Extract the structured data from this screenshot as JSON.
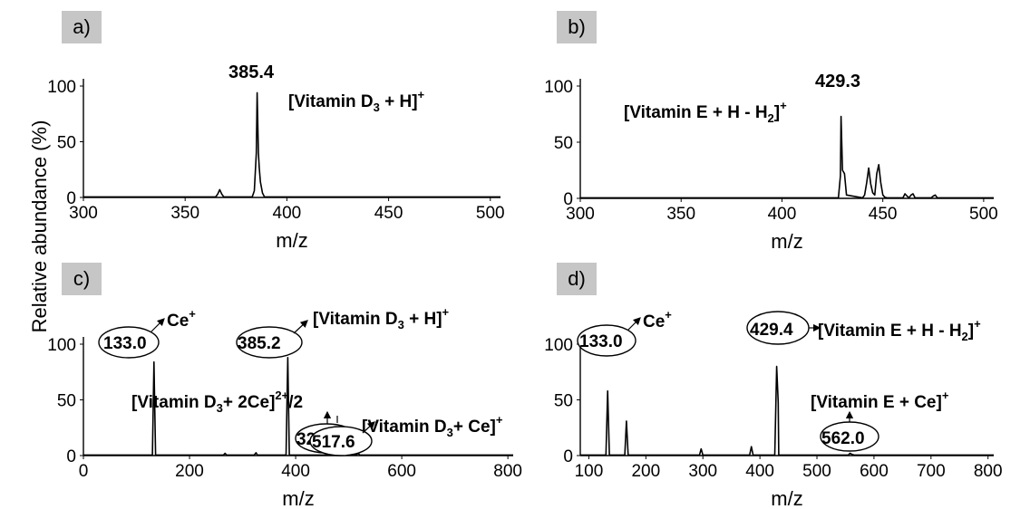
{
  "ylabel": "Relative abundance (%)",
  "chart_data": [
    {
      "panel": "a)",
      "type": "line",
      "xlabel": "m/z",
      "xlim": [
        300,
        505
      ],
      "ylim": [
        0,
        100
      ],
      "xticks": [
        300,
        350,
        400,
        450,
        500
      ],
      "yticks": [
        0,
        50,
        100
      ],
      "x": [
        300,
        365,
        366,
        367,
        368,
        369,
        383,
        384,
        385,
        385.4,
        386,
        386.4,
        387,
        388,
        389,
        505
      ],
      "y": [
        0.5,
        0.5,
        3,
        7,
        3,
        0.5,
        0.5,
        6,
        40,
        94,
        40,
        27,
        14,
        4,
        0.5,
        0.5
      ],
      "annotations": [
        {
          "id": "a1",
          "base": "385.4"
        },
        {
          "id": "a2",
          "base": "[Vitamin D",
          "sub": "3",
          "mid": " + H]",
          "sup": "+"
        }
      ]
    },
    {
      "panel": "b)",
      "type": "line",
      "xlabel": "m/z",
      "xlim": [
        300,
        505
      ],
      "ylim": [
        0,
        100
      ],
      "xticks": [
        300,
        350,
        400,
        450,
        500
      ],
      "yticks": [
        0,
        50,
        100
      ],
      "x": [
        300,
        428,
        429,
        429.3,
        430,
        431,
        432,
        440,
        441,
        442,
        443,
        444,
        445,
        446,
        447,
        448,
        449,
        450,
        451,
        452,
        453,
        460,
        461,
        462,
        463,
        464,
        465,
        466,
        474,
        475,
        476,
        477,
        505
      ],
      "y": [
        0.5,
        0.5,
        20,
        73,
        25,
        22,
        3,
        0.5,
        3,
        14,
        27,
        13,
        5,
        3,
        22,
        30,
        14,
        3,
        1,
        0.5,
        0.5,
        0.5,
        4,
        2,
        0.5,
        3,
        4,
        0.5,
        0.5,
        2,
        3,
        0.5,
        0.5
      ],
      "annotations": [
        {
          "id": "b1",
          "base": "429.3"
        },
        {
          "id": "b2",
          "base": "[Vitamin E + H - H",
          "sub": "2",
          "mid": "]",
          "sup": "+"
        }
      ]
    },
    {
      "panel": "c)",
      "type": "line",
      "xlabel": "m/z",
      "xlim": [
        0,
        810
      ],
      "ylim": [
        0,
        100
      ],
      "xticks": [
        0,
        200,
        400,
        600,
        800
      ],
      "yticks": [
        0,
        50,
        100
      ],
      "x": [
        0,
        130,
        133,
        136,
        264,
        267,
        270,
        322,
        325.3,
        328,
        382,
        385.2,
        388,
        514,
        517.6,
        521,
        810
      ],
      "y": [
        0.5,
        0.5,
        84,
        0.5,
        0.5,
        2,
        0.5,
        0.5,
        2.5,
        0.5,
        0.5,
        88,
        0.5,
        0.5,
        2,
        0.5,
        0.5
      ],
      "annotations": [
        {
          "id": "c1",
          "base": "133.0"
        },
        {
          "id": "c2",
          "base": "Ce",
          "sup": "+"
        },
        {
          "id": "c3",
          "base": "385.2"
        },
        {
          "id": "c4",
          "base": "[Vitamin D",
          "sub": "3",
          "mid": " + H]",
          "sup": "+"
        },
        {
          "id": "c5",
          "base": "[Vitamin D",
          "sub": "3",
          "mid": "+ 2Ce]",
          "sup": "2+",
          "tail": "/2"
        },
        {
          "id": "c6",
          "base": "325.3"
        },
        {
          "id": "c7",
          "base": "[Vitamin D",
          "sub": "3",
          "mid": "+ Ce]",
          "sup": "+"
        },
        {
          "id": "c8",
          "base": "517.6"
        }
      ]
    },
    {
      "panel": "d)",
      "type": "line",
      "xlabel": "m/z",
      "xlim": [
        85,
        810
      ],
      "ylim": [
        0,
        100
      ],
      "xticks": [
        100,
        200,
        300,
        400,
        500,
        600,
        700,
        800
      ],
      "yticks": [
        0,
        50,
        100
      ],
      "x": [
        85,
        130,
        133,
        136,
        163,
        166,
        169,
        294,
        297,
        300,
        382,
        385,
        388,
        426,
        429.4,
        432,
        433,
        436,
        555,
        558,
        562,
        565,
        810
      ],
      "y": [
        0.5,
        0.5,
        58,
        0.5,
        0.5,
        31,
        0.5,
        0.5,
        6,
        0.5,
        0.5,
        8,
        0.5,
        0.5,
        80,
        48,
        0.5,
        0.5,
        0.5,
        2,
        1,
        0.5,
        0.5
      ],
      "annotations": [
        {
          "id": "d1",
          "base": "133.0"
        },
        {
          "id": "d2",
          "base": "Ce",
          "sup": "+"
        },
        {
          "id": "d3",
          "base": "429.4"
        },
        {
          "id": "d4",
          "base": "[Vitamin E + H - H",
          "sub": "2",
          "mid": "]",
          "sup": "+"
        },
        {
          "id": "d5",
          "base": "[Vitamin E + Ce]",
          "sup": "+"
        },
        {
          "id": "d6",
          "base": "562.0"
        }
      ]
    }
  ]
}
